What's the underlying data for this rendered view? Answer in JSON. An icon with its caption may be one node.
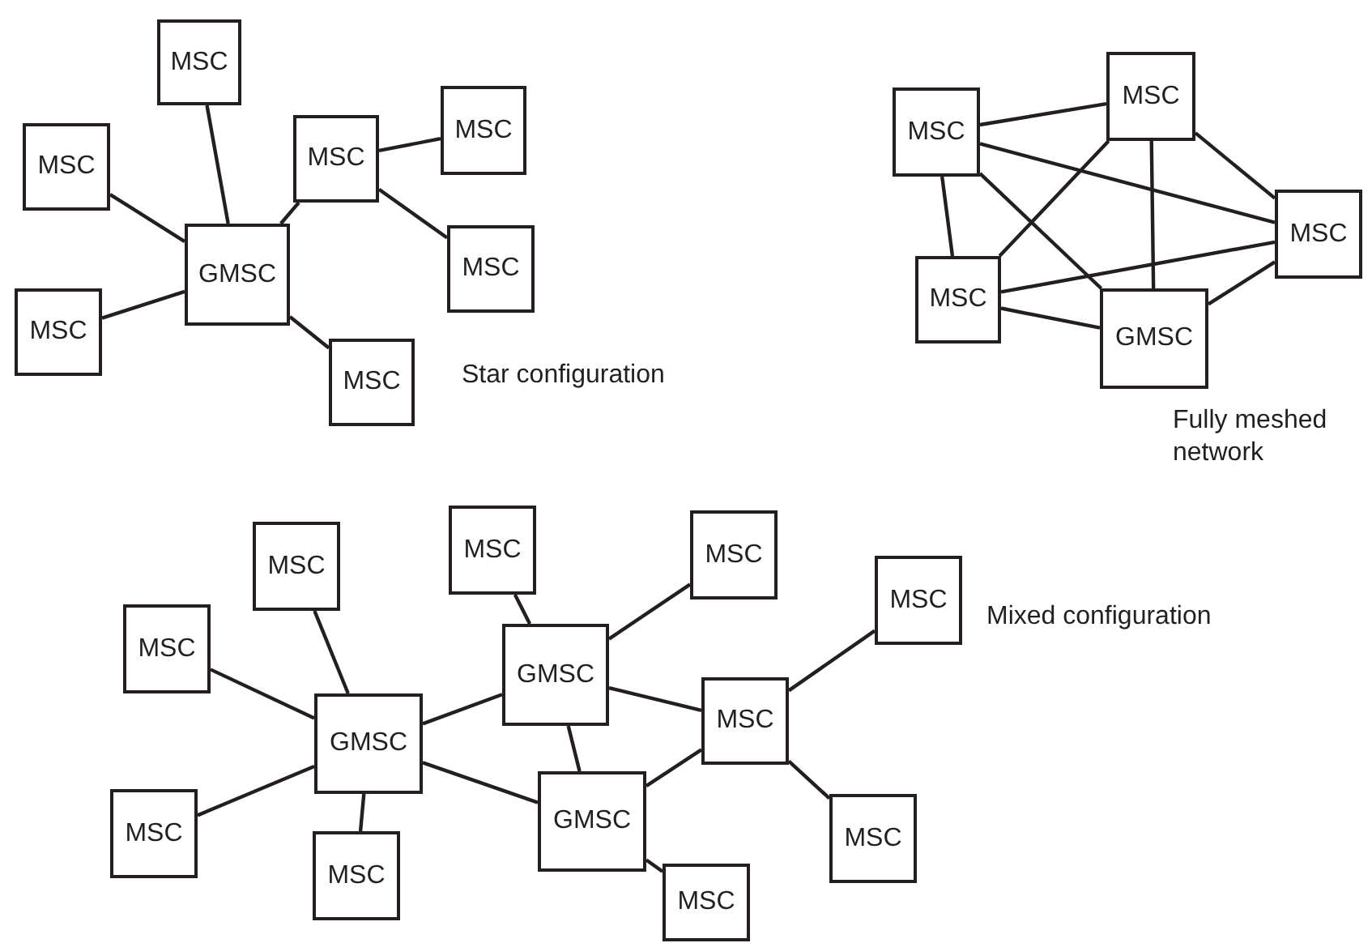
{
  "diagram": {
    "nodes": [
      {
        "text": [
          "MSC"
        ]
      },
      {
        "text": [
          "MSC"
        ]
      },
      {
        "text": [
          "MSC"
        ]
      },
      {
        "text": [
          "MSC"
        ]
      },
      {
        "text": [
          "GMSC"
        ]
      },
      {
        "text": [
          "MSC"
        ]
      },
      {
        "text": [
          "MSC"
        ]
      },
      {
        "text": [
          "MSC"
        ]
      },
      {
        "text": [
          "MSC"
        ]
      },
      {
        "text": [
          "MSC"
        ]
      },
      {
        "text": [
          "MSC"
        ]
      },
      {
        "text": [
          "MSC"
        ]
      },
      {
        "text": [
          "GMSC"
        ]
      },
      {
        "text": [
          "MSC"
        ]
      },
      {
        "text": [
          "MSC"
        ]
      },
      {
        "text": [
          "MSC"
        ]
      },
      {
        "text": [
          "MSC"
        ]
      },
      {
        "text": [
          "MSC"
        ]
      },
      {
        "text": [
          "GMSC"
        ]
      },
      {
        "text": [
          "MSC"
        ]
      },
      {
        "text": [
          "GMSC"
        ]
      },
      {
        "text": [
          "GMSC"
        ]
      },
      {
        "text": [
          "MSC"
        ]
      },
      {
        "text": [
          "MSC"
        ]
      },
      {
        "text": [
          "MSC"
        ]
      },
      {
        "text": [
          "MSC"
        ]
      }
    ],
    "edges": [
      {
        "from": 4,
        "to": 0,
        "arrow": "none"
      },
      {
        "from": 4,
        "to": 3,
        "arrow": "none"
      },
      {
        "from": 4,
        "to": 2,
        "arrow": "none"
      },
      {
        "from": 4,
        "to": 6,
        "arrow": "none"
      },
      {
        "from": 4,
        "to": 7,
        "arrow": "none"
      },
      {
        "from": 2,
        "to": 1,
        "arrow": "none"
      },
      {
        "from": 2,
        "to": 5,
        "arrow": "none"
      },
      {
        "from": 9,
        "to": 8,
        "arrow": "none"
      },
      {
        "from": 9,
        "to": 10,
        "arrow": "none"
      },
      {
        "from": 9,
        "to": 11,
        "arrow": "none"
      },
      {
        "from": 9,
        "to": 12,
        "arrow": "none"
      },
      {
        "from": 8,
        "to": 11,
        "arrow": "none"
      },
      {
        "from": 8,
        "to": 12,
        "arrow": "none"
      },
      {
        "from": 8,
        "to": 10,
        "arrow": "none"
      },
      {
        "from": 10,
        "to": 11,
        "arrow": "none"
      },
      {
        "from": 10,
        "to": 12,
        "arrow": "none"
      },
      {
        "from": 11,
        "to": 12,
        "arrow": "none"
      },
      {
        "from": 20,
        "to": 15,
        "arrow": "none"
      },
      {
        "from": 20,
        "to": 17,
        "arrow": "none"
      },
      {
        "from": 20,
        "to": 22,
        "arrow": "none"
      },
      {
        "from": 20,
        "to": 24,
        "arrow": "none"
      },
      {
        "from": 20,
        "to": 18,
        "arrow": "none"
      },
      {
        "from": 20,
        "to": 21,
        "arrow": "none"
      },
      {
        "from": 18,
        "to": 13,
        "arrow": "none"
      },
      {
        "from": 18,
        "to": 14,
        "arrow": "none"
      },
      {
        "from": 18,
        "to": 19,
        "arrow": "none"
      },
      {
        "from": 18,
        "to": 21,
        "arrow": "none"
      },
      {
        "from": 21,
        "to": 19,
        "arrow": "none"
      },
      {
        "from": 21,
        "to": 25,
        "arrow": "none"
      },
      {
        "from": 19,
        "to": 16,
        "arrow": "none"
      },
      {
        "from": 19,
        "to": 23,
        "arrow": "none"
      }
    ],
    "labels": [
      "Star configuration",
      "Fully meshed network",
      "Mixed configuration"
    ]
  }
}
